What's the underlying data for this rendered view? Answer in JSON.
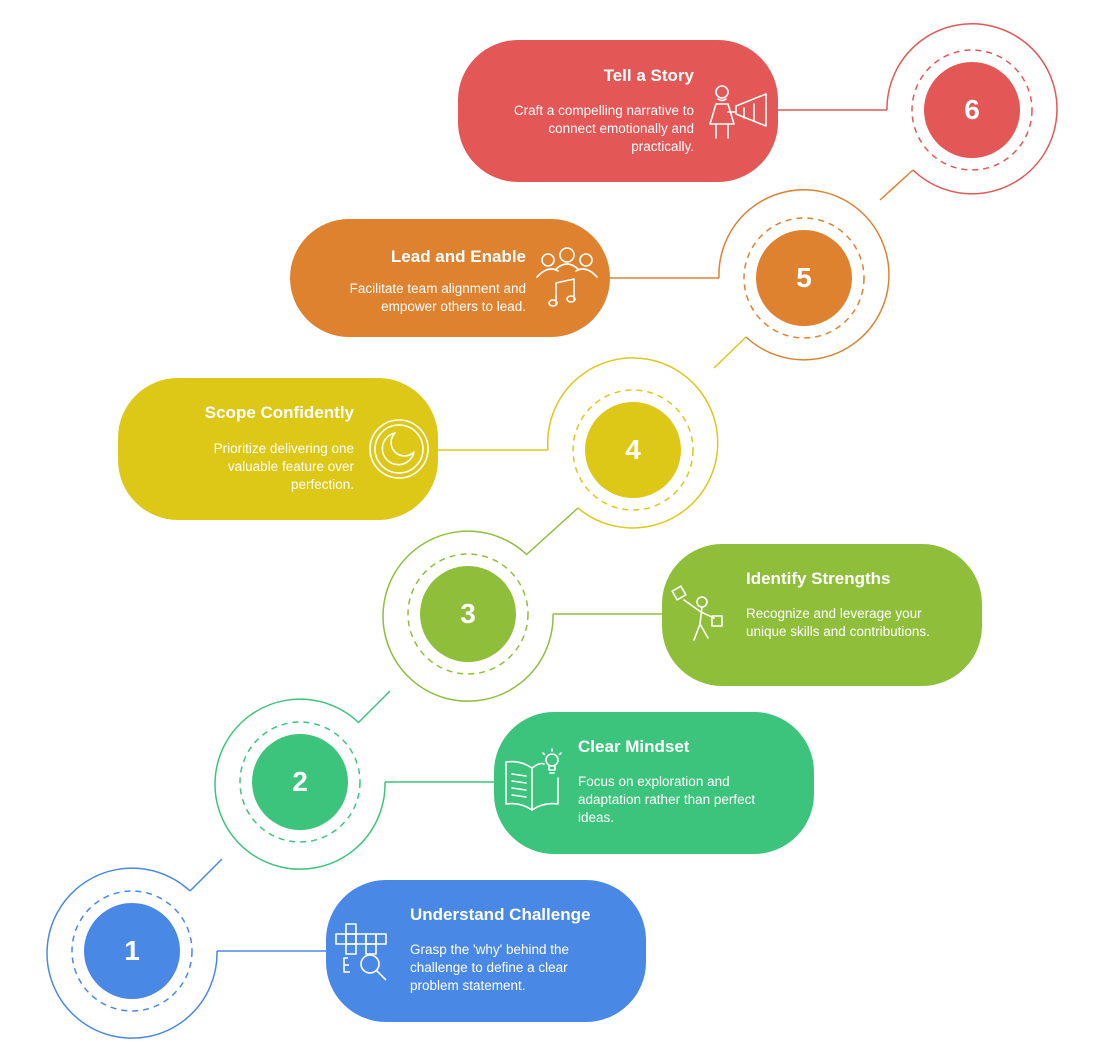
{
  "steps": [
    {
      "number": "1",
      "title": "Understand Challenge",
      "description": "Grasp the 'why' behind the challenge to define a clear problem statement.",
      "color": "#4a88e6",
      "icon": "crossword-search-icon"
    },
    {
      "number": "2",
      "title": "Clear Mindset",
      "description": "Focus on exploration and adaptation rather than perfect ideas.",
      "color": "#3cc47c",
      "icon": "book-lightbulb-icon"
    },
    {
      "number": "3",
      "title": "Identify Strengths",
      "description": "Recognize and leverage your unique skills and contributions.",
      "color": "#8fbf3a",
      "icon": "person-juggling-icon"
    },
    {
      "number": "4",
      "title": "Scope Confidently",
      "description": "Prioritize delivering one valuable feature over perfection.",
      "color": "#ddc817",
      "icon": "moon-badge-icon"
    },
    {
      "number": "5",
      "title": "Lead and Enable",
      "description": "Facilitate team alignment and empower others to lead.",
      "color": "#de8230",
      "icon": "group-music-icon"
    },
    {
      "number": "6",
      "title": "Tell a Story",
      "description": "Craft a compelling narrative to connect emotionally and practically.",
      "color": "#e45757",
      "icon": "megaphone-person-icon"
    }
  ]
}
